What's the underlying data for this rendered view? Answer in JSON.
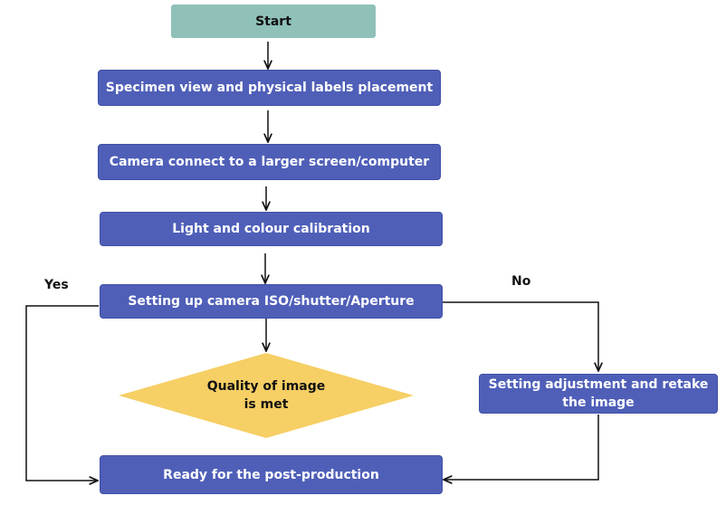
{
  "nodes": {
    "start": "Start",
    "specimen": "Specimen view and physical labels placement",
    "camera_connect": "Camera connect to a larger screen/computer",
    "calibration": "Light and colour calibration",
    "setting_up": "Setting up camera ISO/shutter/Aperture",
    "quality_line1": "Quality of image",
    "quality_line2": "is met",
    "adjustment_line1": "Setting adjustment and retake",
    "adjustment_line2": "the image",
    "ready": "Ready for the post-production"
  },
  "edge_labels": {
    "yes": "Yes",
    "no": "No"
  },
  "colors": {
    "process_fill": "#4f5fb8",
    "start_fill": "#8fc1b9",
    "decision_fill": "#f6cf65",
    "line": "#111111"
  }
}
